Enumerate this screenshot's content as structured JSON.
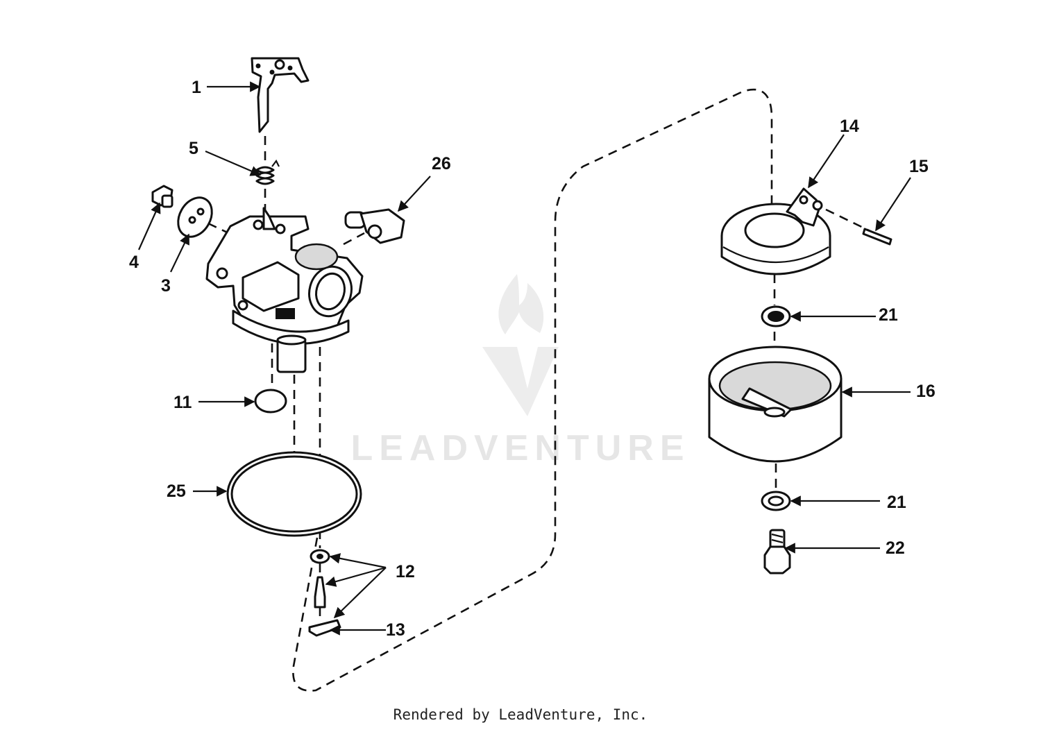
{
  "diagram": {
    "callouts": {
      "c1": "1",
      "c3": "3",
      "c4": "4",
      "c5": "5",
      "c11": "11",
      "c12": "12",
      "c13": "13",
      "c14": "14",
      "c15": "15",
      "c16": "16",
      "c21a": "21",
      "c21b": "21",
      "c22": "22",
      "c25": "25",
      "c26": "26"
    },
    "watermark": "LEADVENTURE",
    "footer": "Rendered by LeadVenture, Inc."
  }
}
